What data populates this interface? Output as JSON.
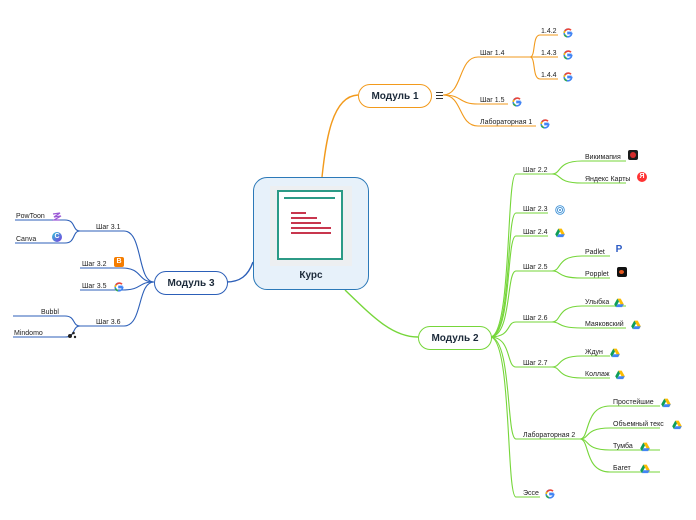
{
  "central": {
    "title": "Курс"
  },
  "colors": {
    "module1": "#f29a1c",
    "module2": "#76d63a",
    "module3": "#2c5fb8",
    "central_border": "#2c79b8"
  },
  "module1": {
    "title": "Модуль 1",
    "steps": [
      {
        "label": "Шаг 1.4",
        "children": [
          {
            "label": "1.4.2",
            "icon": "google-icon"
          },
          {
            "label": "1.4.3",
            "icon": "google-icon"
          },
          {
            "label": "1.4.4",
            "icon": "google-icon"
          }
        ]
      },
      {
        "label": "Шаг 1.5",
        "icon": "google-icon"
      },
      {
        "label": "Лабораторная 1",
        "icon": "google-icon"
      }
    ]
  },
  "module2": {
    "title": "Модуль 2",
    "steps": [
      {
        "label": "Шаг 2.2",
        "children": [
          {
            "label": "Викимапия",
            "icon": "wikimapia-icon"
          },
          {
            "label": "Яндекс Карты",
            "icon": "yandex-maps-icon"
          }
        ]
      },
      {
        "label": "Шаг 2.3",
        "icon": "spiral-icon"
      },
      {
        "label": "Шаг 2.4",
        "icon": "google-drive-icon"
      },
      {
        "label": "Шаг 2.5",
        "children": [
          {
            "label": "Padlet",
            "icon": "padlet-icon"
          },
          {
            "label": "Popplet",
            "icon": "popplet-icon"
          }
        ]
      },
      {
        "label": "Шаг 2.6",
        "children": [
          {
            "label": "Улыбка",
            "icon": "google-drive-icon"
          },
          {
            "label": "Маяковский",
            "icon": "google-drive-icon"
          }
        ]
      },
      {
        "label": "Шаг 2.7",
        "children": [
          {
            "label": "Ждун",
            "icon": "google-drive-icon"
          },
          {
            "label": "Коллаж",
            "icon": "google-drive-icon"
          }
        ]
      },
      {
        "label": "Лабораторная 2",
        "children": [
          {
            "label": "Простейшие",
            "icon": "google-drive-icon"
          },
          {
            "label": "Объемный текс",
            "icon": "google-drive-icon"
          },
          {
            "label": "Тумба",
            "icon": "google-drive-icon"
          },
          {
            "label": "Багет",
            "icon": "google-drive-icon"
          }
        ]
      },
      {
        "label": "Эссе",
        "icon": "google-icon"
      }
    ]
  },
  "module3": {
    "title": "Модуль 3",
    "steps": [
      {
        "label": "Шаг 3.1",
        "children": [
          {
            "label": "PowToon",
            "icon": "powtoon-icon"
          },
          {
            "label": "Canva",
            "icon": "canva-icon"
          }
        ]
      },
      {
        "label": "Шаг 3.2",
        "icon": "blogger-icon"
      },
      {
        "label": "Шаг 3.5",
        "icon": "google-icon"
      },
      {
        "label": "Шаг 3.6",
        "children": [
          {
            "label": "Bubbl",
            "icon": ""
          },
          {
            "label": "Mindomo",
            "icon": "mindomo-icon"
          }
        ]
      }
    ]
  }
}
